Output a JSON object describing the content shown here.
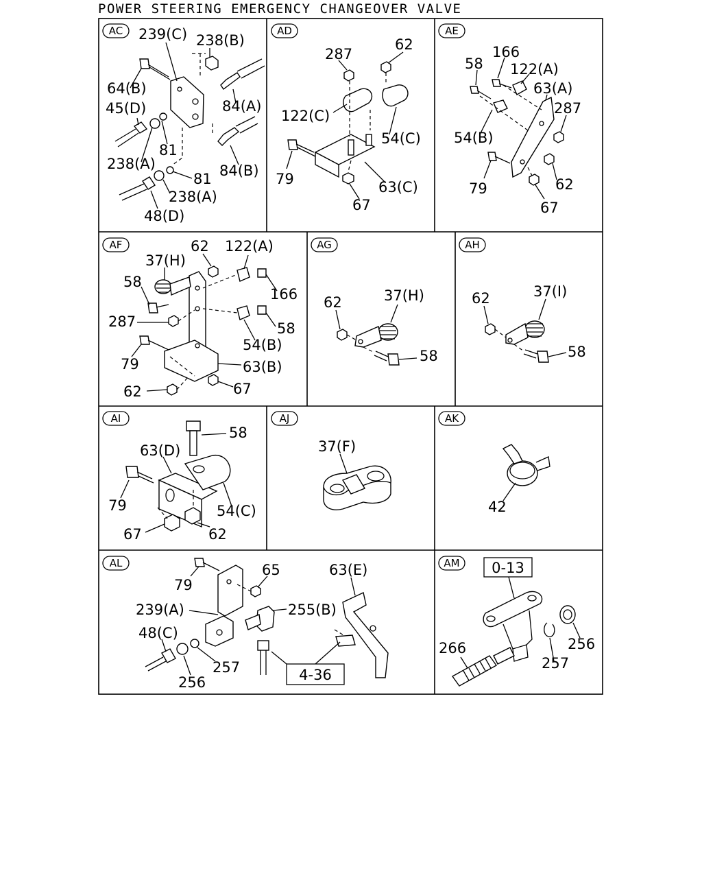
{
  "title": "POWER STEERING EMERGENCY CHANGEOVER VALVE",
  "panels": {
    "AC": {
      "tag": "AC",
      "labels": [
        "239(C)",
        "238(B)",
        "64(B)",
        "45(D)",
        "84(A)",
        "81",
        "238(A)",
        "84(B)",
        "81",
        "238(A)",
        "48(D)"
      ]
    },
    "AD": {
      "tag": "AD",
      "labels": [
        "287",
        "62",
        "122(C)",
        "54(C)",
        "79",
        "63(C)",
        "67"
      ]
    },
    "AE": {
      "tag": "AE",
      "labels": [
        "166",
        "58",
        "122(A)",
        "63(A)",
        "287",
        "54(B)",
        "79",
        "62",
        "67"
      ]
    },
    "AF": {
      "tag": "AF",
      "labels": [
        "62",
        "122(A)",
        "37(H)",
        "58",
        "166",
        "287",
        "58",
        "54(B)",
        "79",
        "63(B)",
        "62",
        "67"
      ]
    },
    "AG": {
      "tag": "AG",
      "labels": [
        "37(H)",
        "62",
        "58"
      ]
    },
    "AH": {
      "tag": "AH",
      "labels": [
        "37(I)",
        "62",
        "58"
      ]
    },
    "AI": {
      "tag": "AI",
      "labels": [
        "58",
        "63(D)",
        "79",
        "54(C)",
        "67",
        "62"
      ]
    },
    "AJ": {
      "tag": "AJ",
      "labels": [
        "37(F)"
      ]
    },
    "AK": {
      "tag": "AK",
      "labels": [
        "42"
      ]
    },
    "AL": {
      "tag": "AL",
      "labels": [
        "79",
        "65",
        "63(E)",
        "239(A)",
        "255(B)",
        "48(C)",
        "257",
        "256"
      ],
      "ref_box": "4-36"
    },
    "AM": {
      "tag": "AM",
      "labels": [
        "266",
        "256",
        "257"
      ],
      "ref_box": "0-13"
    }
  }
}
